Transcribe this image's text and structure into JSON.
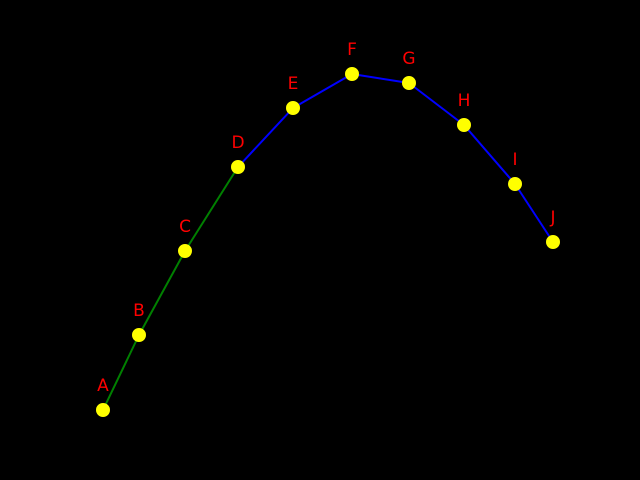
{
  "diagram": {
    "background": "#000000",
    "colors": {
      "point_fill": "#ffff00",
      "point_stroke": "#ffff00",
      "label": "#ff0000",
      "segment_green": "#008000",
      "segment_blue": "#0000ff"
    },
    "points": [
      {
        "label": "A"
      },
      {
        "label": "B"
      },
      {
        "label": "C"
      },
      {
        "label": "D"
      },
      {
        "label": "E"
      },
      {
        "label": "F"
      },
      {
        "label": "G"
      },
      {
        "label": "H"
      },
      {
        "label": "I"
      },
      {
        "label": "J"
      }
    ],
    "paths": [
      {
        "name": "green-path",
        "color_key": "segment_green",
        "points": [
          "A",
          "B",
          "C",
          "D"
        ]
      },
      {
        "name": "blue-path",
        "color_key": "segment_blue",
        "points": [
          "D",
          "E",
          "F",
          "G",
          "H",
          "I",
          "J"
        ]
      }
    ]
  }
}
